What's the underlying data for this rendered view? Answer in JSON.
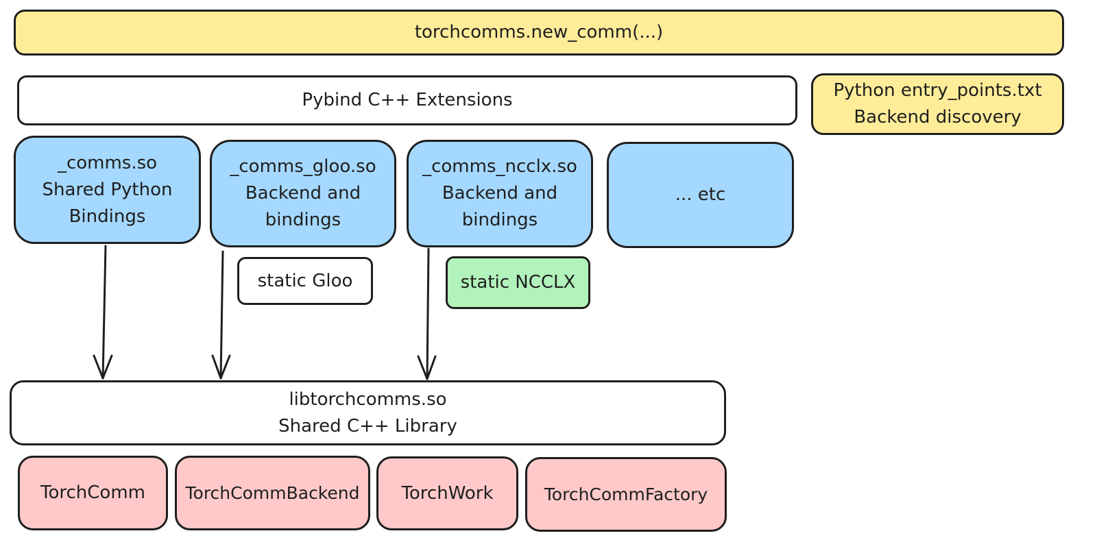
{
  "api": {
    "label": "torchcomms.new_comm(...)"
  },
  "pybind": {
    "label": "Pybind C++ Extensions"
  },
  "entry_points": {
    "line1": "Python entry_points.txt",
    "line2": "Backend discovery"
  },
  "modules": [
    {
      "line1": "_comms.so",
      "line2": "Shared Python",
      "line3": "Bindings"
    },
    {
      "line1": "_comms_gloo.so",
      "line2": "Backend and",
      "line3": "bindings"
    },
    {
      "line1": "_comms_ncclx.so",
      "line2": "Backend and",
      "line3": "bindings"
    },
    {
      "line1": "... etc"
    }
  ],
  "static_libs": {
    "gloo": "static Gloo",
    "ncclx": "static NCCLX"
  },
  "library": {
    "line1": "libtorchcomms.so",
    "line2": "Shared C++ Library"
  },
  "classes": [
    "TorchComm",
    "TorchCommBackend",
    "TorchWork",
    "TorchCommFactory"
  ],
  "colors": {
    "yellow": "#ffec99",
    "blue": "#a5d8ff",
    "green": "#b2f2bb",
    "pink": "#ffc9c9",
    "stroke": "#1e1e1e",
    "white": "#ffffff"
  }
}
